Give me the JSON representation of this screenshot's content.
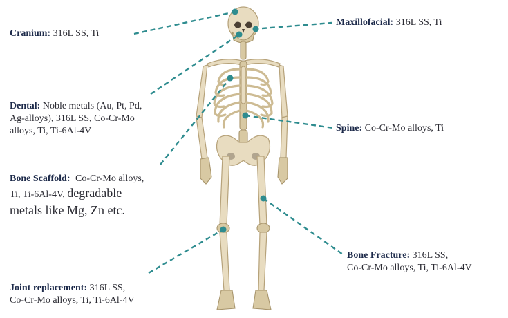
{
  "labels": {
    "cranium": {
      "name": "Cranium:",
      "materials": "316L SS, Ti"
    },
    "maxillofacial": {
      "name": "Maxillofacial:",
      "materials": "316L SS, Ti"
    },
    "dental": {
      "name": "Dental:",
      "materials_line1": "Noble metals (Au, Pt, Pd,",
      "materials_line2": "Ag-alloys), 316L SS, Co-Cr-Mo",
      "materials_line3": "alloys, Ti, Ti-6Al-4V"
    },
    "spine": {
      "name": "Spine:",
      "materials": "Co-Cr-Mo alloys, Ti"
    },
    "bone_scaffold": {
      "name": "Bone Scaffold:",
      "materials_line1": "Co-Cr-Mo alloys,",
      "materials_line2": "Ti, Ti-6Al-4V,",
      "materials_line2b": "degradable",
      "materials_line3": "metals like Mg, Zn etc."
    },
    "bone_fracture": {
      "name": "Bone Fracture:",
      "materials_line1": "316L SS,",
      "materials_line2": "Co-Cr-Mo alloys, Ti, Ti-6Al-4V"
    },
    "joint_replacement": {
      "name": "Joint replacement:",
      "materials_line1": "316L SS,",
      "materials_line2": "Co-Cr-Mo alloys, Ti, Ti-6Al-4V"
    }
  },
  "colors": {
    "leader": "#2e8c8f",
    "heading": "#1d2a4a",
    "text": "#2c2c34",
    "bone": "#e8dcc0"
  }
}
